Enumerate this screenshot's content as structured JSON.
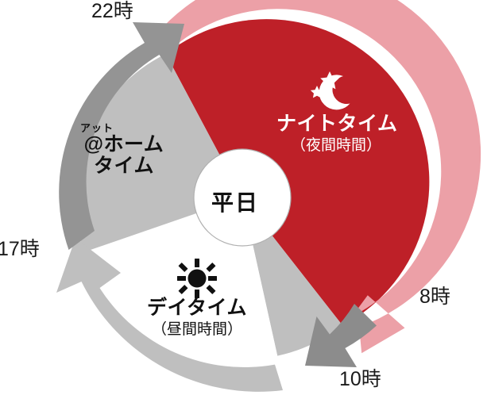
{
  "diagram": {
    "type": "cycle-wheel",
    "center_label": "平日",
    "colors": {
      "night_fill": "#be2028",
      "night_arrow": "#eca0a7",
      "athome_fill": "#bfbfbf",
      "athome_arrow": "#949494",
      "daytime_fill": "#ffffff",
      "daytime_arrow": "#bfbfbf",
      "morning_fill": "#bfbfbf",
      "morning_arrow": "#8c8c8c",
      "center_fill": "#ffffff",
      "center_stroke": "#b0b0b0",
      "text_dark": "#111111",
      "text_light": "#ffffff"
    },
    "segments": [
      {
        "id": "night",
        "icon": "moon-and-stars-icon",
        "title": "ナイトタイム",
        "subtitle": "（夜間時間）",
        "furigana": "",
        "start_time": "22時",
        "end_time": "8時"
      },
      {
        "id": "morning",
        "icon": "",
        "title": "",
        "subtitle": "",
        "furigana": "",
        "start_time": "8時",
        "end_time": "10時"
      },
      {
        "id": "daytime",
        "icon": "sun-icon",
        "title": "デイタイム",
        "subtitle": "（昼間時間）",
        "furigana": "",
        "start_time": "10時",
        "end_time": "17時"
      },
      {
        "id": "athome",
        "icon": "",
        "title": "@ホーム",
        "title2": "タイム",
        "subtitle": "",
        "furigana": "アット",
        "start_time": "17時",
        "end_time": "22時"
      }
    ],
    "time_markers": [
      {
        "id": "t22",
        "label": "22時"
      },
      {
        "id": "t8",
        "label": "8時"
      },
      {
        "id": "t10",
        "label": "10時"
      },
      {
        "id": "t17",
        "label": "17時"
      }
    ]
  }
}
